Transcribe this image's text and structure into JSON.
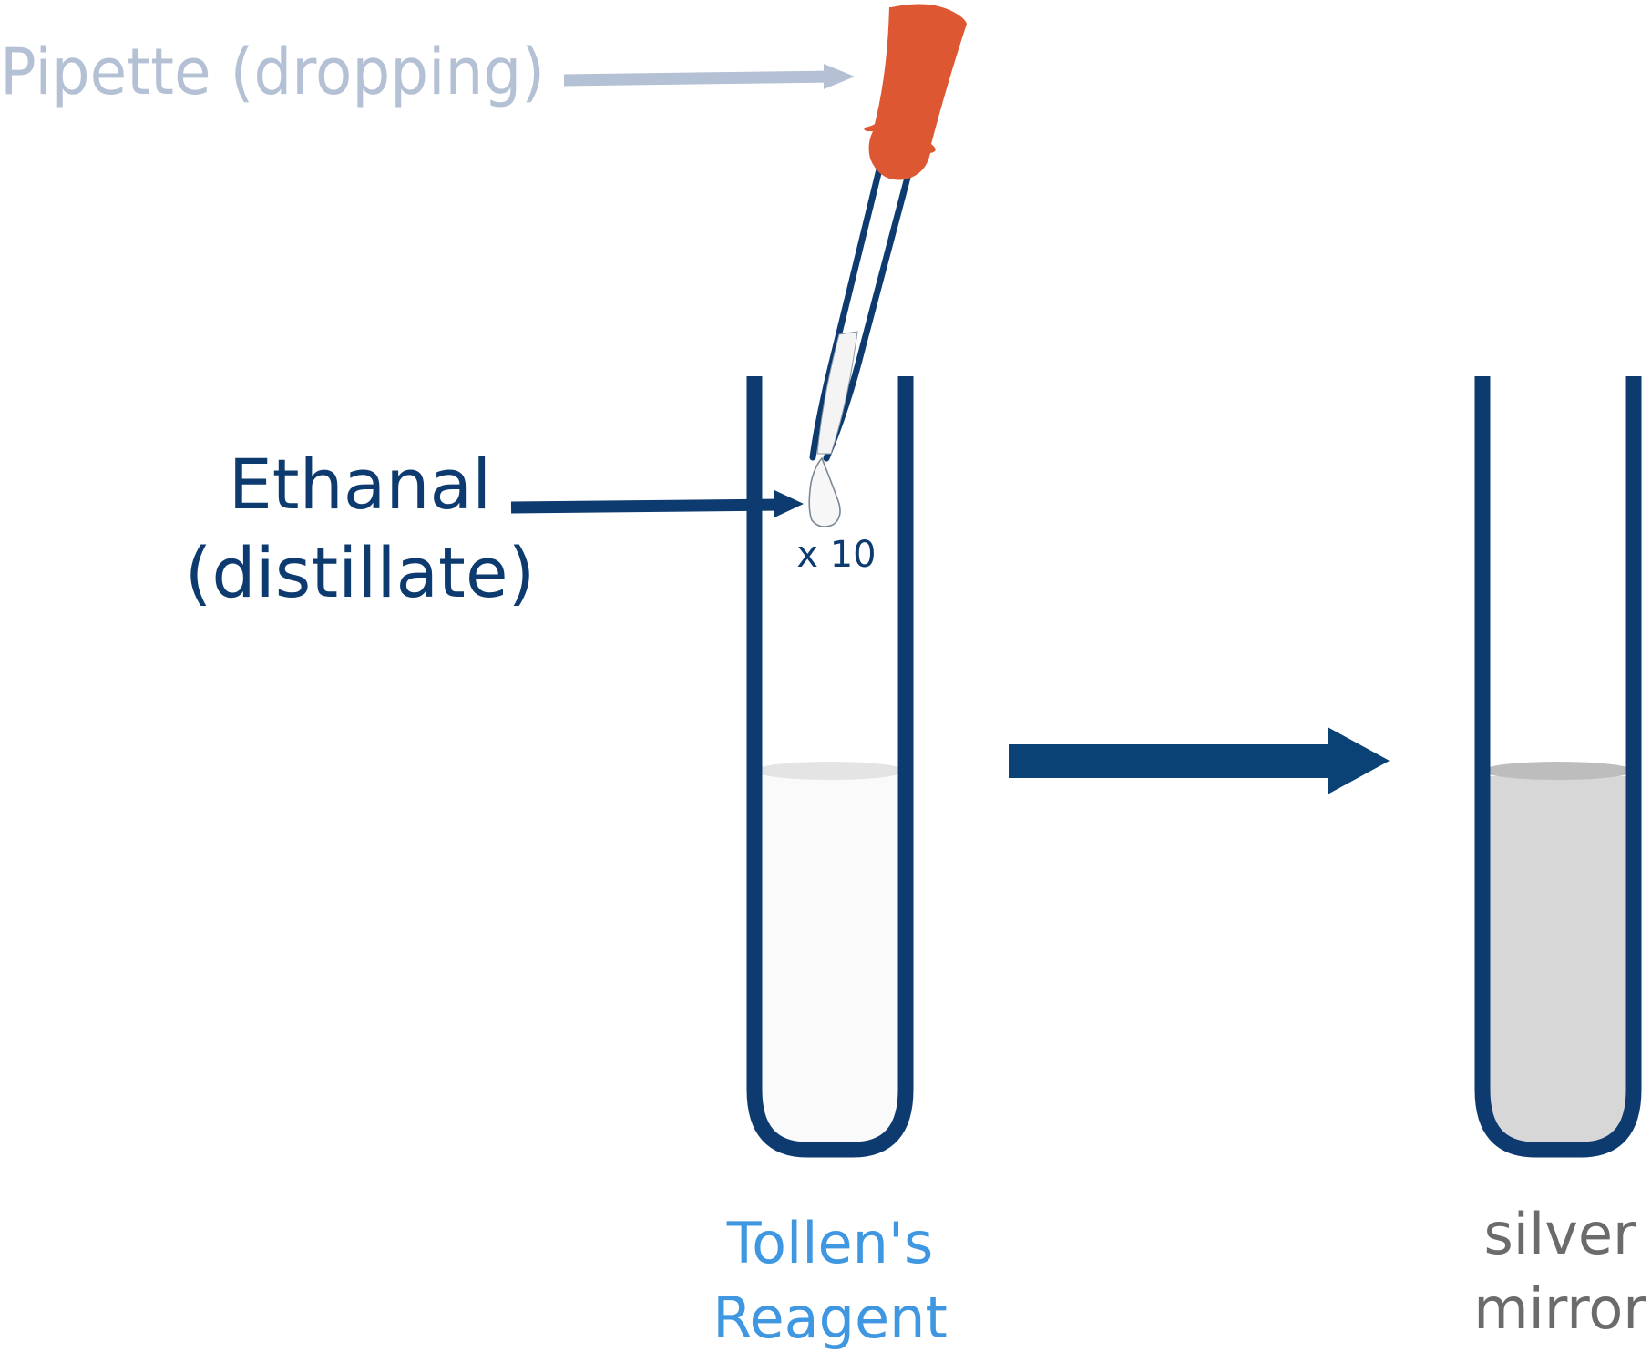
{
  "labels": {
    "pipette": "Pipette (dropping)",
    "ethanal_line1": "Ethanal",
    "ethanal_line2": "(distillate)",
    "drops": "x 10",
    "reagent_line1": "Tollen's",
    "reagent_line2": "Reagent",
    "result_line1": "silver",
    "result_line2": "mirror"
  },
  "colors": {
    "tube_outline": "#0d3b70",
    "pipette_bulb": "#dc5732",
    "pipette_label": "#b4c0d4",
    "reagent_label": "#3e97e0",
    "result_label": "#6b6b6b",
    "process_arrow": "#0a4275",
    "reagent_liquid": "#fafafa",
    "reagent_surface": "#e4e4e4",
    "mirror_liquid": "#d7d7d7",
    "mirror_surface": "#bdbdbd"
  }
}
